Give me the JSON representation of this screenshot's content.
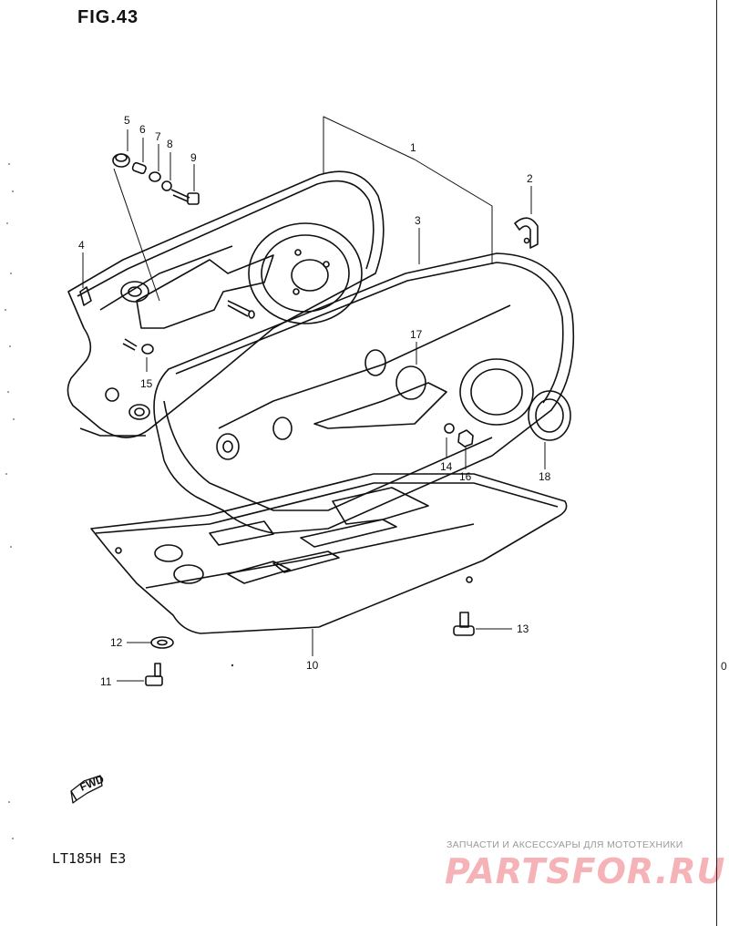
{
  "figure": {
    "title": "FIG.43",
    "model": "LT185H E3",
    "direction_label": "FWD"
  },
  "watermark": {
    "tagline": "ЗАПЧАСТИ И АКСЕССУАРЫ ДЛЯ МОТОТЕХНИКИ",
    "brand": "PARTSFOR.RU",
    "color": "#f5b3b8"
  },
  "edge_fragment": "0",
  "callouts": [
    {
      "id": "c1",
      "label": "1"
    },
    {
      "id": "c2",
      "label": "2"
    },
    {
      "id": "c3",
      "label": "3"
    },
    {
      "id": "c4",
      "label": "4"
    },
    {
      "id": "c5",
      "label": "5"
    },
    {
      "id": "c6",
      "label": "6"
    },
    {
      "id": "c7",
      "label": "7"
    },
    {
      "id": "c8",
      "label": "8"
    },
    {
      "id": "c9",
      "label": "9"
    },
    {
      "id": "c10",
      "label": "10"
    },
    {
      "id": "c11",
      "label": "11"
    },
    {
      "id": "c12",
      "label": "12"
    },
    {
      "id": "c13",
      "label": "13"
    },
    {
      "id": "c14",
      "label": "14"
    },
    {
      "id": "c15",
      "label": "15"
    },
    {
      "id": "c16",
      "label": "16"
    },
    {
      "id": "c17",
      "label": "17"
    },
    {
      "id": "c18",
      "label": "18"
    }
  ]
}
